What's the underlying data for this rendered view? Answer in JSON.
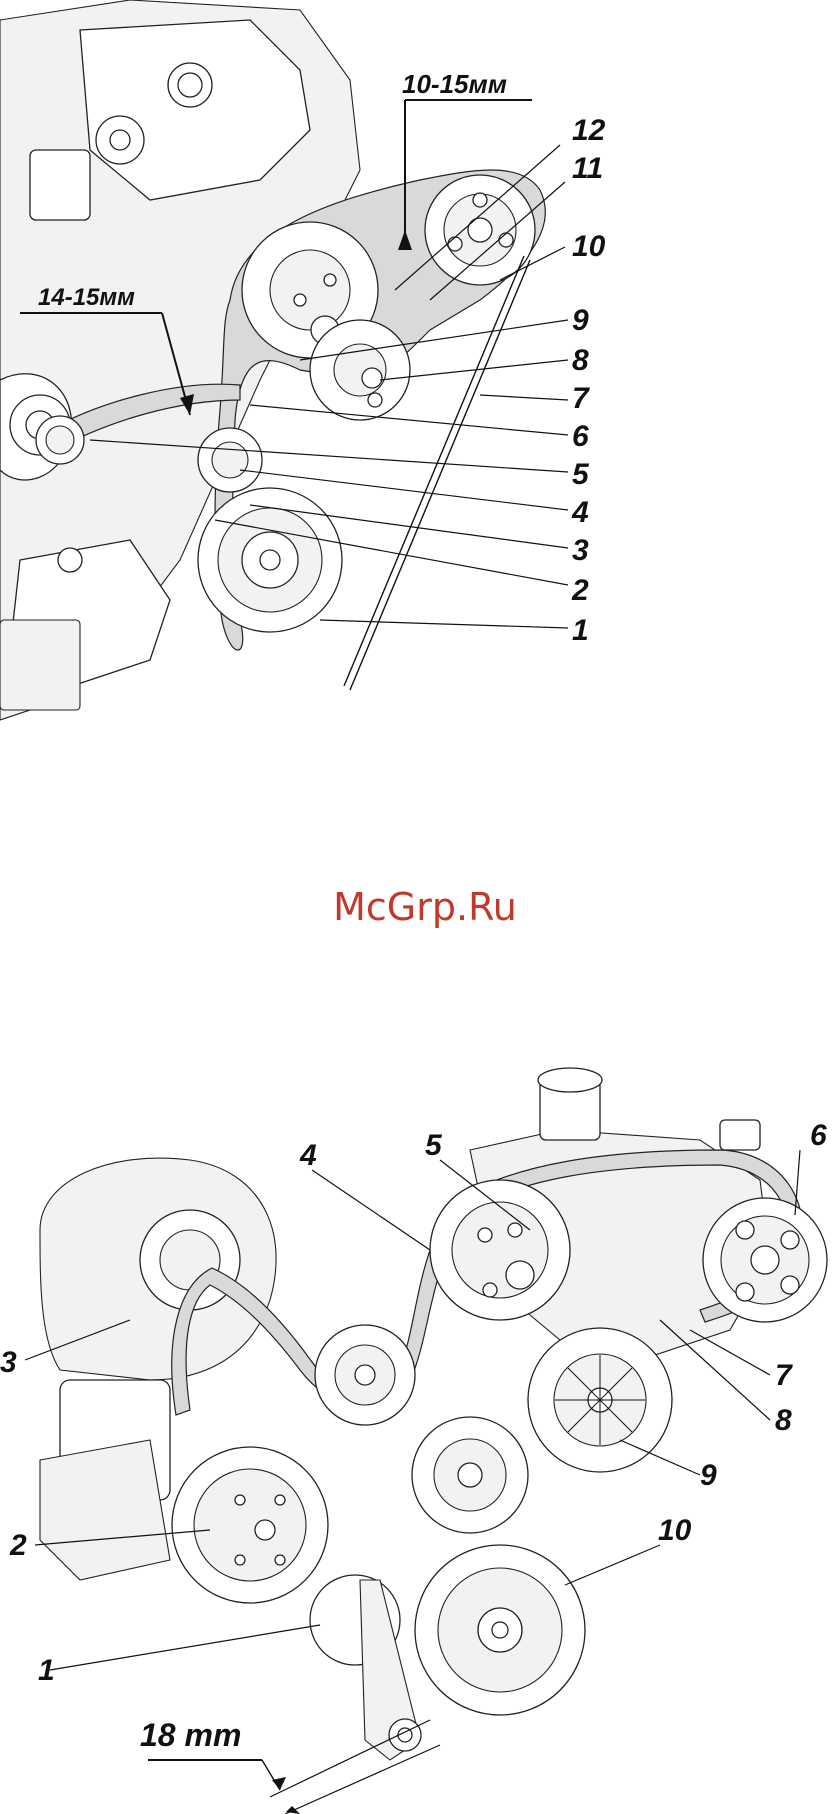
{
  "watermark": {
    "text": "McGrp.Ru",
    "color": "#c0392b"
  },
  "diagram_top": {
    "dimensions": [
      {
        "id": "deflection-a",
        "text": "10-15мм"
      },
      {
        "id": "deflection-b",
        "text": "14-15мм"
      }
    ],
    "callouts": [
      "1",
      "2",
      "3",
      "4",
      "5",
      "6",
      "7",
      "8",
      "9",
      "10",
      "11",
      "12"
    ]
  },
  "diagram_bottom": {
    "dimensions": [
      {
        "id": "deflection-c",
        "text": "18 mm"
      }
    ],
    "callouts": [
      "1",
      "2",
      "3",
      "4",
      "5",
      "6",
      "7",
      "8",
      "9",
      "10"
    ]
  }
}
